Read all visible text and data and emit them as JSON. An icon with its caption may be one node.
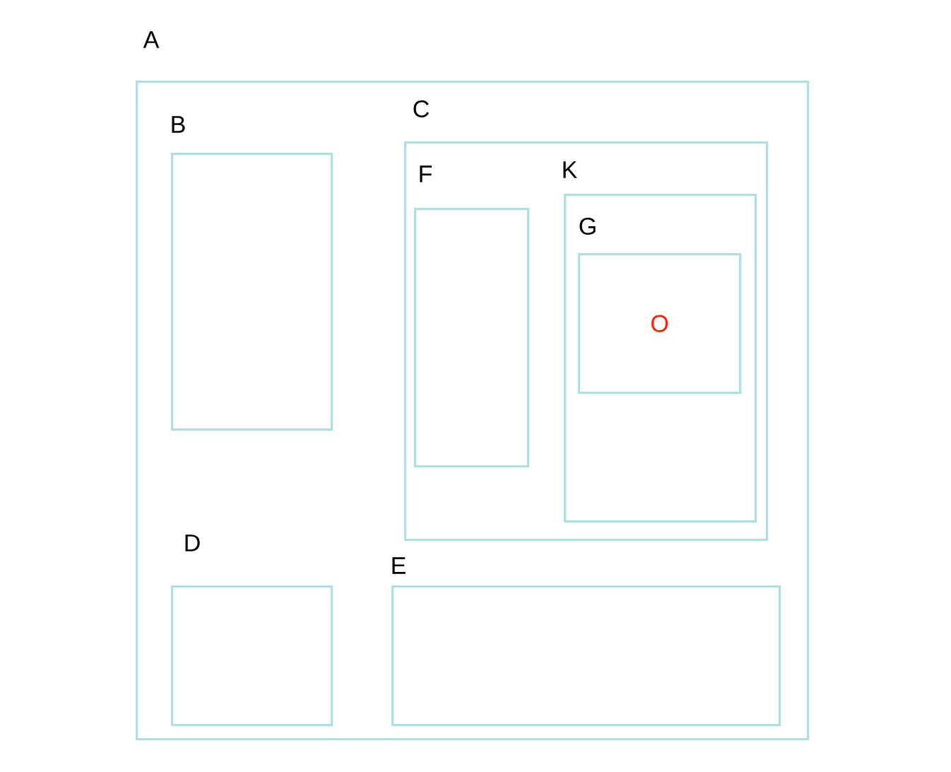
{
  "diagram": {
    "nodes": [
      {
        "text": [
          "A"
        ]
      },
      {
        "text": [
          "B"
        ],
        "in": 0
      },
      {
        "text": [
          "C"
        ],
        "in": 0
      },
      {
        "text": [
          "F"
        ],
        "in": 2
      },
      {
        "text": [
          "K"
        ],
        "in": 2
      },
      {
        "text": [
          "G",
          "O"
        ],
        "in": 4
      },
      {
        "text": [
          "D"
        ],
        "in": 0
      },
      {
        "text": [
          "E"
        ],
        "in": 0
      }
    ]
  }
}
